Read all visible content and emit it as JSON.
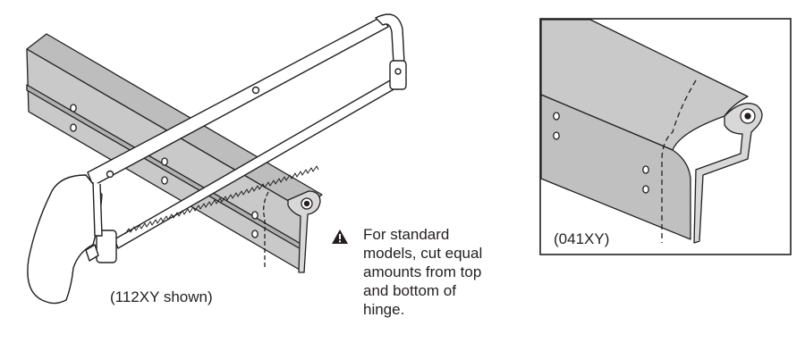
{
  "figures": {
    "left": {
      "caption": "(112XY shown)"
    },
    "right": {
      "caption": "(041XY)"
    }
  },
  "note": {
    "icon": "warning-icon",
    "lines": [
      "For standard",
      "models, cut equal",
      "amounts from top",
      "and bottom of",
      "hinge."
    ]
  },
  "colors": {
    "metal": "#c8c8c8",
    "metal_dark": "#a8a8a8",
    "line": "#231f20",
    "background": "#ffffff"
  }
}
